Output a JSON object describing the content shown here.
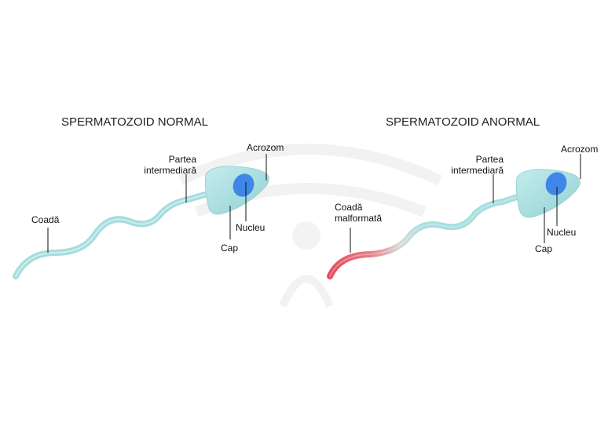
{
  "colors": {
    "background": "#ffffff",
    "cell_body": "#a8dfe0",
    "cell_body_dark": "#86c9cb",
    "nucleus": "#3f86e8",
    "malformed_tail": "#e8596a",
    "leader_line": "#111111",
    "watermark": "#f1f1f1"
  },
  "normal": {
    "title": "SPERMATOZOID NORMAL",
    "labels": {
      "acrozom": "Acrozom",
      "partea_1": "Partea",
      "partea_2": "intermediară",
      "coada": "Coadă",
      "nucleu": "Nucleu",
      "cap": "Cap"
    }
  },
  "abnormal": {
    "title": "SPERMATOZOID ANORMAL",
    "labels": {
      "acrozom": "Acrozom",
      "partea_1": "Partea",
      "partea_2": "intermediară",
      "coada_1": "Coadă",
      "coada_2": "malformată",
      "nucleu": "Nucleu",
      "cap": "Cap"
    }
  }
}
